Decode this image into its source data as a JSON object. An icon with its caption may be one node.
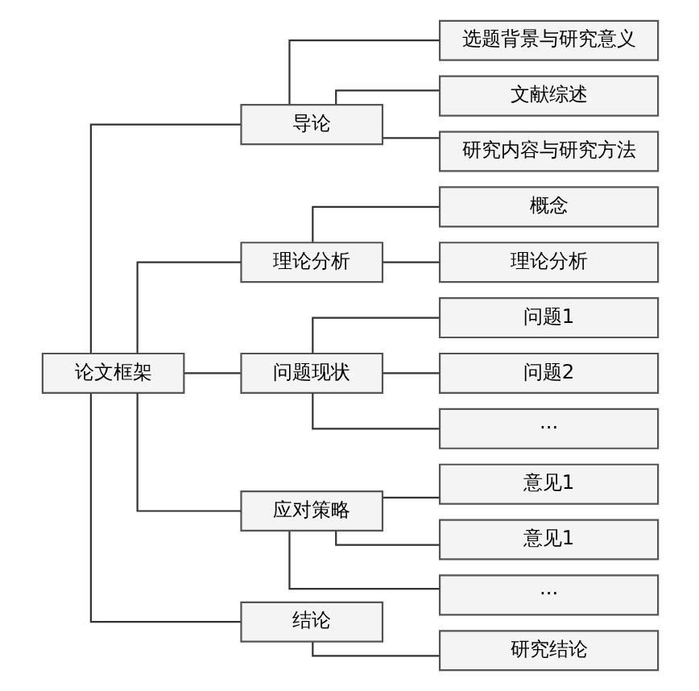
{
  "diagram": {
    "nodes": [
      {
        "text": [
          "论文框架"
        ]
      },
      {
        "text": [
          "导论"
        ]
      },
      {
        "text": [
          "选题背景与研究意义"
        ]
      },
      {
        "text": [
          "文献综述"
        ]
      },
      {
        "text": [
          "研究内容与研究方法"
        ]
      },
      {
        "text": [
          "理论分析"
        ]
      },
      {
        "text": [
          "概念"
        ]
      },
      {
        "text": [
          "理论分析"
        ]
      },
      {
        "text": [
          "问题现状"
        ]
      },
      {
        "text": [
          "问题1"
        ]
      },
      {
        "text": [
          "问题2"
        ]
      },
      {
        "text": [
          "···"
        ]
      },
      {
        "text": [
          "应对策略"
        ]
      },
      {
        "text": [
          "意见1"
        ]
      },
      {
        "text": [
          "意见1"
        ]
      },
      {
        "text": [
          "···"
        ]
      },
      {
        "text": [
          "结论"
        ]
      },
      {
        "text": [
          "研究结论"
        ]
      }
    ],
    "edges": [
      {
        "from": 0,
        "to": 1,
        "arrow": "none"
      },
      {
        "from": 0,
        "to": 5,
        "arrow": "none"
      },
      {
        "from": 0,
        "to": 8,
        "arrow": "none"
      },
      {
        "from": 0,
        "to": 12,
        "arrow": "none"
      },
      {
        "from": 0,
        "to": 16,
        "arrow": "none"
      },
      {
        "from": 1,
        "to": 2,
        "arrow": "none"
      },
      {
        "from": 1,
        "to": 3,
        "arrow": "none"
      },
      {
        "from": 1,
        "to": 4,
        "arrow": "none"
      },
      {
        "from": 5,
        "to": 6,
        "arrow": "none"
      },
      {
        "from": 5,
        "to": 7,
        "arrow": "none"
      },
      {
        "from": 8,
        "to": 9,
        "arrow": "none"
      },
      {
        "from": 8,
        "to": 10,
        "arrow": "none"
      },
      {
        "from": 8,
        "to": 11,
        "arrow": "none"
      },
      {
        "from": 12,
        "to": 13,
        "arrow": "none"
      },
      {
        "from": 12,
        "to": 14,
        "arrow": "none"
      },
      {
        "from": 12,
        "to": 15,
        "arrow": "none"
      },
      {
        "from": 16,
        "to": 17,
        "arrow": "none"
      }
    ]
  }
}
